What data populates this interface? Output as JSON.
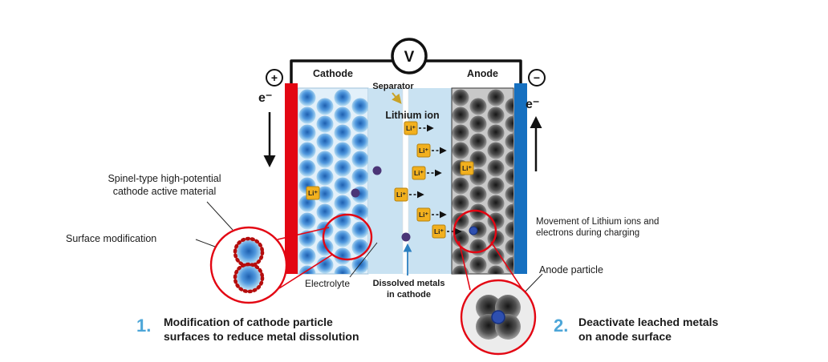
{
  "voltmeter_label": "V",
  "terminal_plus": "+",
  "terminal_minus": "−",
  "labels": {
    "cathode": "Cathode",
    "anode": "Anode",
    "separator": "Separator",
    "lithium_ion": "Lithium ion",
    "electron": "e⁻",
    "ion": "Li⁺",
    "electrolyte": "Electrolyte",
    "dissolved_metals": "Dissolved metals\nin cathode",
    "spinel": "Spinel-type high-potential\ncathode active material",
    "surface_modification": "Surface modification",
    "movement": "Movement of Lithium ions and\nelectrons during charging",
    "anode_particle": "Anode particle"
  },
  "callouts": {
    "point1_number": "1.",
    "point1_text": "Modification of cathode particle\nsurfaces to reduce metal dissolution",
    "point2_number": "2.",
    "point2_text": "Deactivate leached metals\non anode surface"
  },
  "colors": {
    "cathode_collector": "#e30613",
    "anode_collector": "#1670c0",
    "cathode_bg": "#e2f0fa",
    "electrolyte_bg": "#c9e2f2",
    "anode_bg": "#c8c8c8",
    "separator_fill": "#ffffff",
    "ion_square": "#f2b01e",
    "dissolved_metal": "#4b3577",
    "deposited_metal": "#2e4faf",
    "highlight_red": "#e30613",
    "callout_number_blue": "#4da6d8"
  }
}
